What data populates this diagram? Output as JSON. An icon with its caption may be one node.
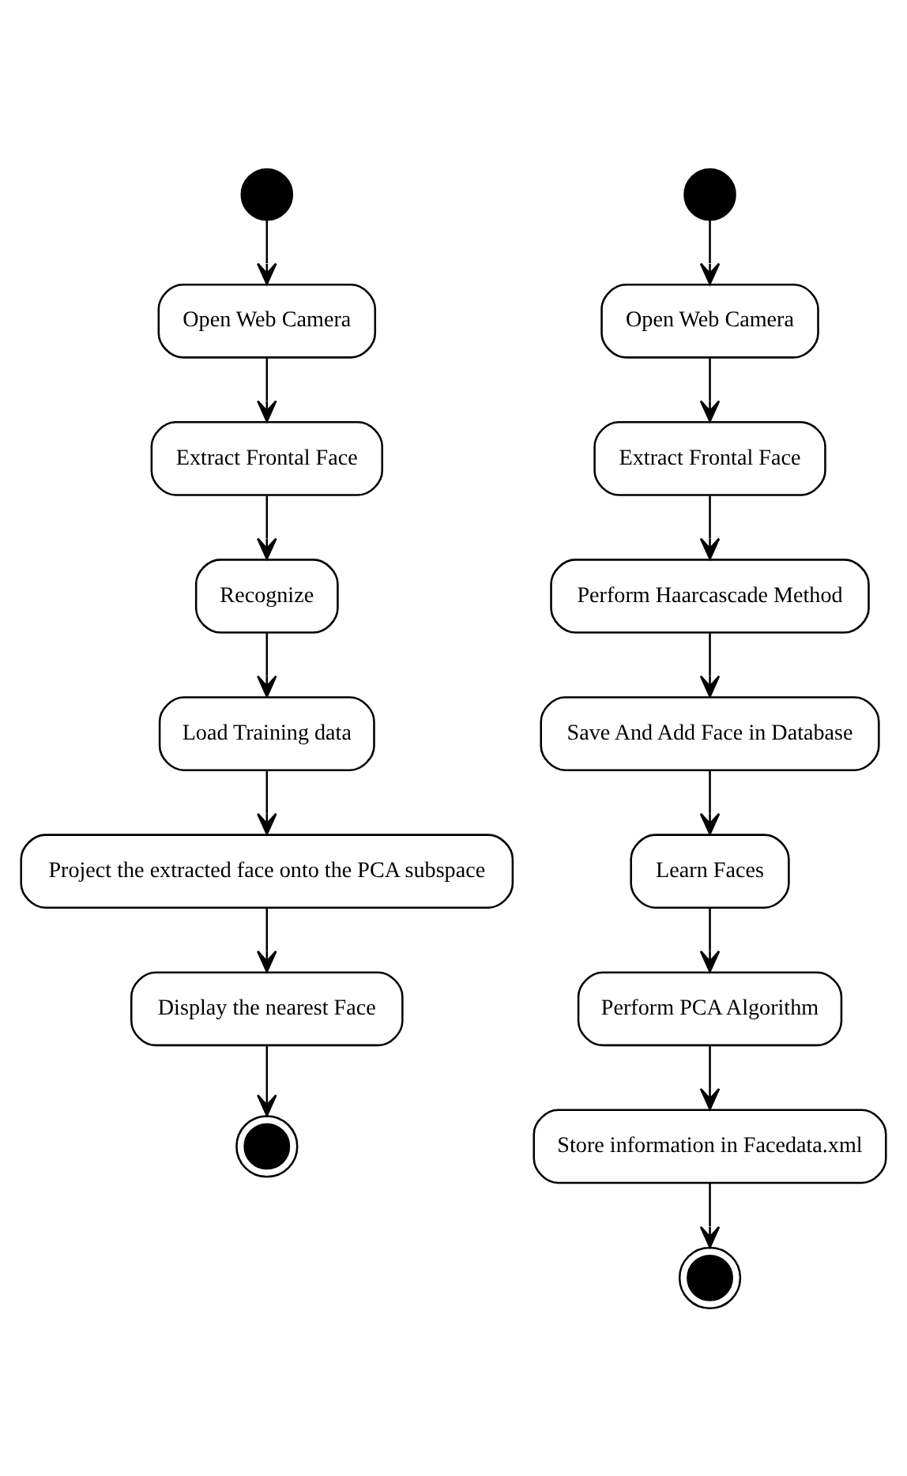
{
  "diagram": {
    "nodes": [
      {
        "text": [],
        "shape": "circle"
      },
      {
        "text": [
          "Open Web Camera"
        ]
      },
      {
        "text": [
          "Extract Frontal Face"
        ]
      },
      {
        "text": [
          "Recognize"
        ]
      },
      {
        "text": [
          "Load Training data"
        ]
      },
      {
        "text": [
          "Project the extracted face onto the PCA subspace"
        ]
      },
      {
        "text": [
          "Display the nearest Face"
        ]
      },
      {
        "text": [],
        "shape": "bullseye"
      },
      {
        "text": [],
        "shape": "circle"
      },
      {
        "text": [
          "Open Web Camera"
        ]
      },
      {
        "text": [
          "Extract Frontal Face"
        ]
      },
      {
        "text": [
          "Perform Haarcascade Method"
        ]
      },
      {
        "text": [
          "Save And Add Face in Database"
        ]
      },
      {
        "text": [
          "Learn Faces"
        ]
      },
      {
        "text": [
          "Perform PCA Algorithm"
        ]
      },
      {
        "text": [
          "Store information in Facedata.xml"
        ]
      },
      {
        "text": [],
        "shape": "bullseye"
      }
    ],
    "edges": [
      {
        "from": 0,
        "to": 1,
        "arrow": "to"
      },
      {
        "from": 1,
        "to": 2,
        "arrow": "to"
      },
      {
        "from": 2,
        "to": 3,
        "arrow": "to"
      },
      {
        "from": 3,
        "to": 4,
        "arrow": "to"
      },
      {
        "from": 4,
        "to": 5,
        "arrow": "to"
      },
      {
        "from": 5,
        "to": 6,
        "arrow": "to"
      },
      {
        "from": 6,
        "to": 7,
        "arrow": "to"
      },
      {
        "from": 8,
        "to": 9,
        "arrow": "to"
      },
      {
        "from": 9,
        "to": 10,
        "arrow": "to"
      },
      {
        "from": 10,
        "to": 11,
        "arrow": "to"
      },
      {
        "from": 11,
        "to": 12,
        "arrow": "to"
      },
      {
        "from": 12,
        "to": 13,
        "arrow": "to"
      },
      {
        "from": 13,
        "to": 14,
        "arrow": "to"
      },
      {
        "from": 14,
        "to": 15,
        "arrow": "to"
      },
      {
        "from": 15,
        "to": 16,
        "arrow": "to"
      }
    ]
  }
}
